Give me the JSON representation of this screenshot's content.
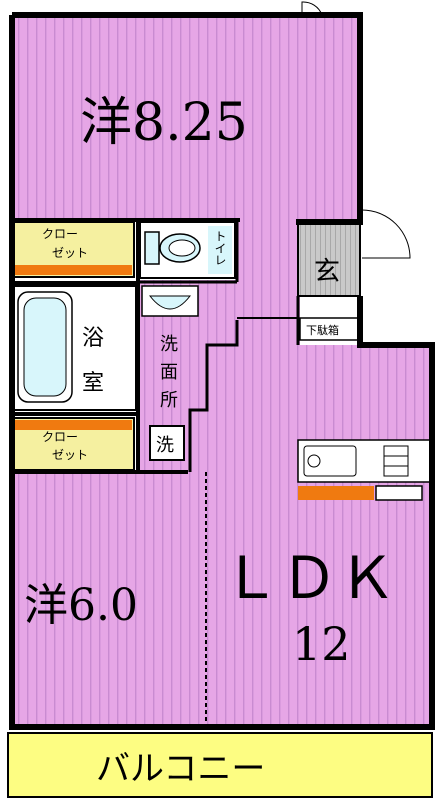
{
  "colors": {
    "room": "#e6a6e6",
    "stripe": "#c98bd1",
    "closet": "#f5f0a0",
    "closet_strip": "#f07a10",
    "balcony": "#fdfd82",
    "entrance": "#c0c0c0",
    "wall": "#000000",
    "fixture": "#d8f6fb"
  },
  "rooms": {
    "western1": {
      "label": "洋8.25",
      "char": "洋",
      "size": "8.25"
    },
    "western2": {
      "label": "洋6.0",
      "char": "洋",
      "size": "6.0"
    },
    "ldk": {
      "label": "ＬＤＫ",
      "size": "12"
    },
    "closet_top": {
      "line1": "クロー",
      "line2": "ゼット"
    },
    "closet_bottom": {
      "line1": "クロー",
      "line2": "ゼット"
    },
    "toilet": {
      "label": "トイレ"
    },
    "bath": {
      "line1": "浴",
      "line2": "室"
    },
    "washroom": {
      "line1": "洗",
      "line2": "面",
      "line3": "所"
    },
    "washer": {
      "label": "洗"
    },
    "entrance": {
      "label": "玄"
    },
    "shoebox": {
      "label": "下駄箱"
    },
    "balcony": {
      "label": "バルコニー"
    }
  },
  "icons": [
    "toilet-icon",
    "bathtub-icon",
    "washbasin-icon",
    "kitchen-sink-icon",
    "stove-icon",
    "door-swing-icon"
  ]
}
